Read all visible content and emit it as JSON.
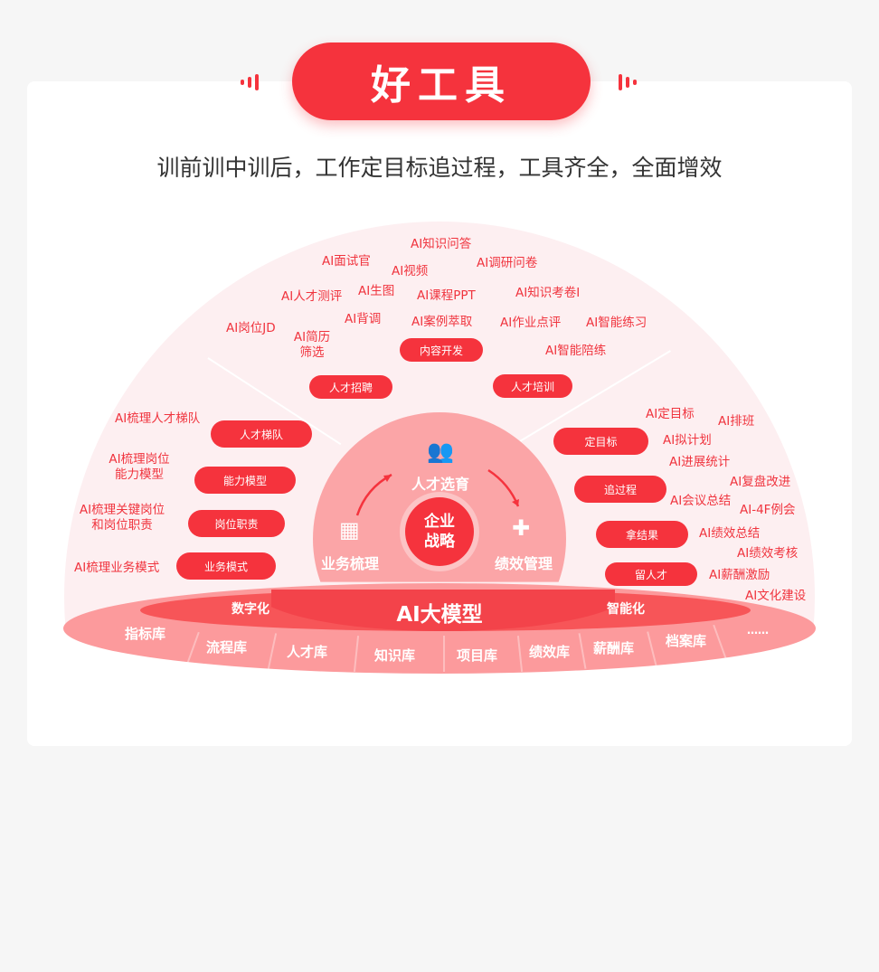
{
  "header": {
    "title": "好工具",
    "subtitle": "训前训中训后，工作定目标追过程，工具齐全，全面增效"
  },
  "core": {
    "line1": "企业",
    "line2": "战略"
  },
  "inner": {
    "top": "人才选育",
    "left": "业务梳理",
    "right": "绩效管理"
  },
  "top_pills": [
    "内容开发",
    "人才招聘",
    "人才培训"
  ],
  "top_ai": [
    "AI知识问答",
    "AI面试官",
    "AI视频",
    "AI调研问卷",
    "AI人才测评",
    "AI生图",
    "AI课程PPT",
    "AI知识考卷I",
    "AI背调",
    "AI岗位JD",
    "AI案例萃取",
    "AI作业点评",
    "AI智能练习",
    "AI简历筛选",
    "AI智能陪练"
  ],
  "left_pills": [
    "人才梯队",
    "能力模型",
    "岗位职责",
    "业务模式"
  ],
  "left_ai": [
    "AI梳理人才梯队",
    "AI梳理岗位能力模型",
    "AI梳理关键岗位和岗位职责",
    "AI梳理业务模式"
  ],
  "right_pills": [
    "定目标",
    "追过程",
    "拿结果",
    "留人才"
  ],
  "right_ai": [
    "AI定目标",
    "AI排班",
    "AI拟计划",
    "AI进展统计",
    "AI复盘改进",
    "AI会议总结",
    "AI-4F例会",
    "AI绩效总结",
    "AI绩效考核",
    "AI薪酬激励",
    "AI文化建设"
  ],
  "base": {
    "model": "AI大模型",
    "left": "数字化",
    "right": "智能化",
    "libraries": [
      "指标库",
      "流程库",
      "人才库",
      "知识库",
      "项目库",
      "绩效库",
      "薪酬库",
      "档案库",
      "……"
    ]
  },
  "colors": {
    "accent": "#f5333d",
    "pink": "#fdeff1"
  }
}
